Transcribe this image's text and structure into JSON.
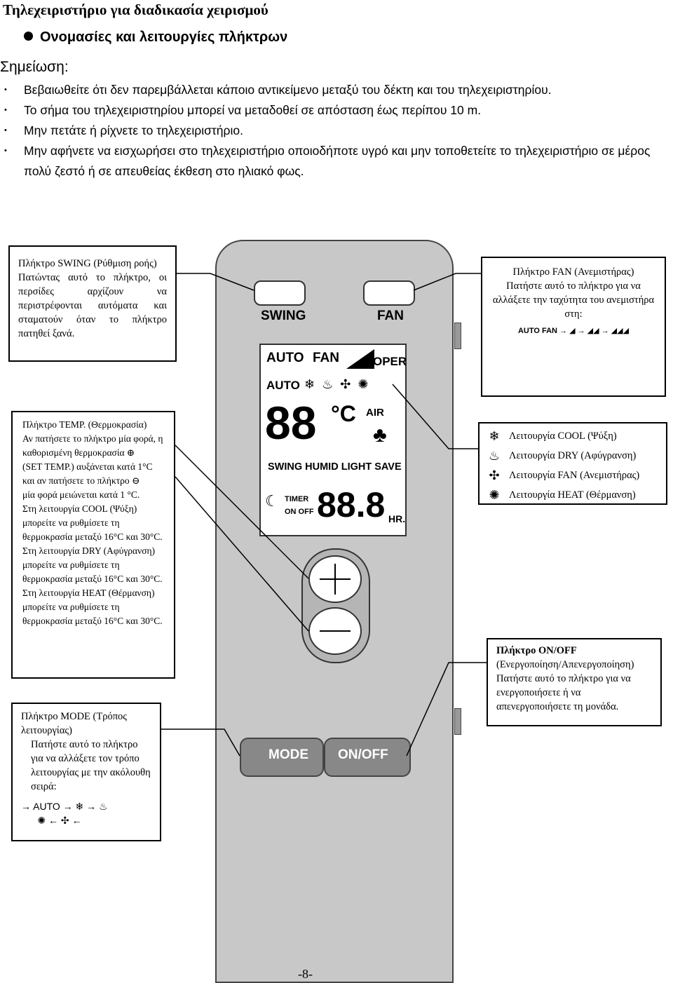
{
  "title": "Τηλεχειριστήριο για διαδικασία χειρισμού",
  "subtitle": "Ονομασίες και λειτουργίες πλήκτρων",
  "note_heading": "Σημείωση:",
  "notes": [
    "Βεβαιωθείτε ότι δεν παρεμβάλλεται κάποιο αντικείμενο μεταξύ του δέκτη και του τηλεχειριστηρίου.",
    "Το σήμα του τηλεχειριστηρίου μπορεί να μεταδοθεί σε απόσταση έως περίπου 10 m.",
    "Μην πετάτε ή ρίχνετε το τηλεχειριστήριο.",
    "Μην αφήνετε να εισχωρήσει στο τηλεχειριστήριο οποιοδήποτε υγρό και μην τοποθετείτε το τηλεχειριστήριο σε μέρος πολύ ζεστό ή σε απευθείας έκθεση στο ηλιακό φως."
  ],
  "swing_box": {
    "heading": "Πλήκτρο SWING (Ρύθμιση ροής)",
    "text": "Πατώντας αυτό το πλήκτρο, οι περσίδες αρχίζουν να περιστρέφονται αυτόματα και σταματούν όταν το πλήκτρο πατηθεί ξανά."
  },
  "fan_box": {
    "heading": "Πλήκτρο FAN (Ανεμιστήρας)",
    "text": "Πατήστε αυτό το πλήκτρο για να αλλάξετε την ταχύτητα του ανεμιστήρα στη:",
    "seq_label": "AUTO FAN"
  },
  "temp_box": {
    "line1": "Πλήκτρο TEMP. (Θερμοκρασία)",
    "line2": "Αν πατήσετε το πλήκτρο μία φορά, η καθορισμένη θερμοκρασία",
    "line3": "(SET TEMP.) αυξάνεται κατά 1°C και αν πατήσετε το πλήκτρο",
    "line4": "μία φορά μειώνεται κατά 1 °C.",
    "line5": "Στη λειτουργία COOL (Ψύξη) μπορείτε να ρυθμίσετε τη θερμοκρασία μεταξύ 16°C και 30°C.",
    "line6": "Στη λειτουργία DRY (Αφύγρανση) μπορείτε να ρυθμίσετε τη θερμοκρασία μεταξύ 16°C και 30°C.",
    "line7": "Στη λειτουργία HEAT (Θέρμανση) μπορείτε να ρυθμίσετε τη θερμοκρασία μεταξύ 16°C και 30°C."
  },
  "modes_box": {
    "items": [
      {
        "icon": "snowflake-icon",
        "label": "Λειτουργία COOL (Ψύξη)"
      },
      {
        "icon": "dry-icon",
        "label": "Λειτουργία DRY (Αφύγρανση)"
      },
      {
        "icon": "fan-icon",
        "label": "Λειτουργία FAN (Ανεμιστήρας)"
      },
      {
        "icon": "sun-icon",
        "label": "Λειτουργία HEAT (Θέρμανση)"
      }
    ]
  },
  "onoff_box": {
    "heading": "Πλήκτρο ON/OFF",
    "text": "(Ενεργοποίηση/Απενεργοποίηση) Πατήστε αυτό το πλήκτρο για να ενεργοποιήσετε ή να απενεργοποιήσετε τη μονάδα."
  },
  "mode_box": {
    "heading": "Πλήκτρο MODE (Τρόπος λειτουργίας)",
    "text": "Πατήστε αυτό το πλήκτρο για να αλλάξετε τον τρόπο λειτουργίας με την ακόλουθη σειρά:",
    "seq_auto": "AUTO"
  },
  "remote": {
    "swing": "SWING",
    "fan": "FAN",
    "mode": "MODE",
    "onoff": "ON/OFF",
    "lcd_auto": "AUTO",
    "lcd_fan": "FAN",
    "lcd_oper": "OPER",
    "lcd_auto2": "AUTO",
    "lcd_temp": "88",
    "lcd_c": "°C",
    "lcd_air": "AIR",
    "lcd_row": "SWING HUMID LIGHT SAVE",
    "lcd_timer": "TIMER",
    "lcd_onoff": "ON OFF",
    "lcd_time": "88.8",
    "lcd_hr": "HR."
  },
  "page_number": "-8-"
}
